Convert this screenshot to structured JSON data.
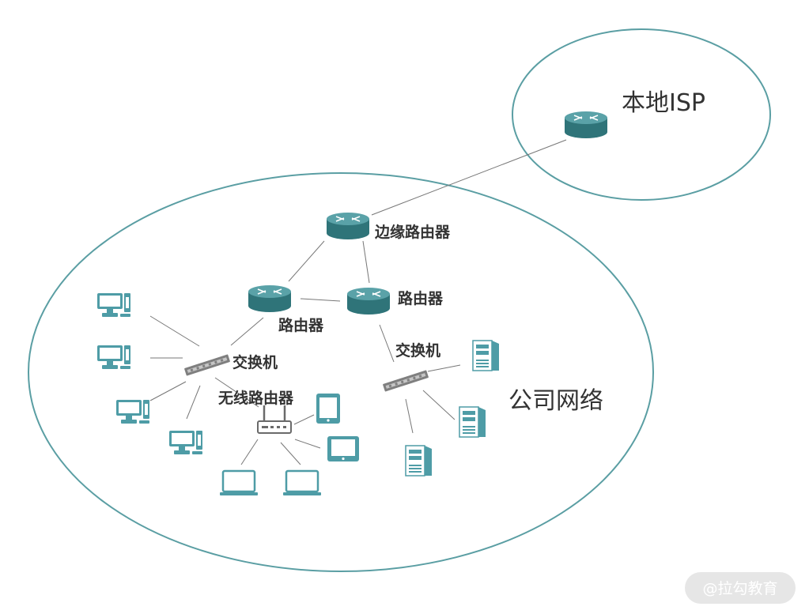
{
  "labels": {
    "isp": "本地ISP",
    "company": "公司网络",
    "edge_router": "边缘路由器",
    "router_left": "路由器",
    "router_right": "路由器",
    "switch_left": "交换机",
    "switch_right": "交换机",
    "wireless_router": "无线路由器"
  },
  "watermark": "@拉勾教育",
  "colors": {
    "boundary": "#5a9ea3",
    "device": "#4e9ca6",
    "router_top": "#5aa2a8",
    "router_side": "#2f7479",
    "switch": "#7f7f7f",
    "link": "#777777"
  },
  "icons": {
    "router": "router-icon",
    "switch": "switch-icon",
    "desktop": "desktop-computer-icon",
    "server": "server-icon",
    "laptop": "laptop-icon",
    "tablet": "tablet-icon",
    "wireless_router": "wireless-router-icon"
  }
}
